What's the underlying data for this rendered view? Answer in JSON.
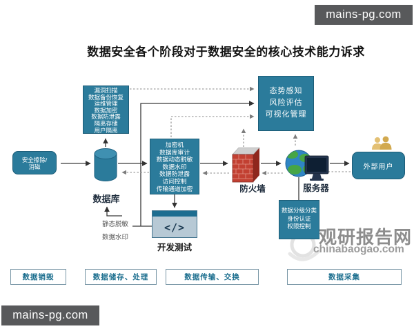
{
  "title": "数据安全各个阶段对于数据安全的核心技术能力诉求",
  "watermarks": {
    "top_right": "mains-pg.com",
    "bottom_left": "mains-pg.com",
    "site_name": "观研报告网",
    "site_url": "chinabaogao.com"
  },
  "colors": {
    "node_teal": "#2b7b9b",
    "node_border": "#1c5c77",
    "stage_text": "#1d6f8f",
    "firewall_red": "#c24032",
    "watermark_bg": "#58595b"
  },
  "nodes": {
    "destruction_capabilities": {
      "lines": [
        "安全擦除/",
        "消磁"
      ]
    },
    "storage_capabilities": {
      "lines": [
        "漏洞扫描",
        "数据备份恢复",
        "运维管理",
        "数据加密",
        "数据防泄露",
        "隔离存储",
        "用户隔离"
      ]
    },
    "monitoring_capabilities": {
      "lines": [
        "态势感知",
        "风险评估",
        "可视化管理"
      ]
    },
    "transfer_capabilities": {
      "lines": [
        "加密机",
        "数据库审计",
        "数据动态脱敏",
        "数据水印",
        "数据防泄露",
        "访问控制",
        "传输通道加密"
      ]
    },
    "collection_capabilities": {
      "lines": [
        "数据分级分类",
        "身份认证",
        "权限控制"
      ]
    },
    "database": {
      "label": "数据库"
    },
    "firewall": {
      "label": "防火墙"
    },
    "server": {
      "label": "服务器"
    },
    "external_user": {
      "label": "外部用户"
    },
    "dev_test": {
      "label": "开发测试",
      "icon_text": "</>"
    },
    "annotations": {
      "static_masking": "静态脱敏",
      "data_watermark": "数据水印"
    }
  },
  "stages": [
    "数据销毁",
    "数据储存、处理",
    "数据传输、交换",
    "数据采集"
  ]
}
